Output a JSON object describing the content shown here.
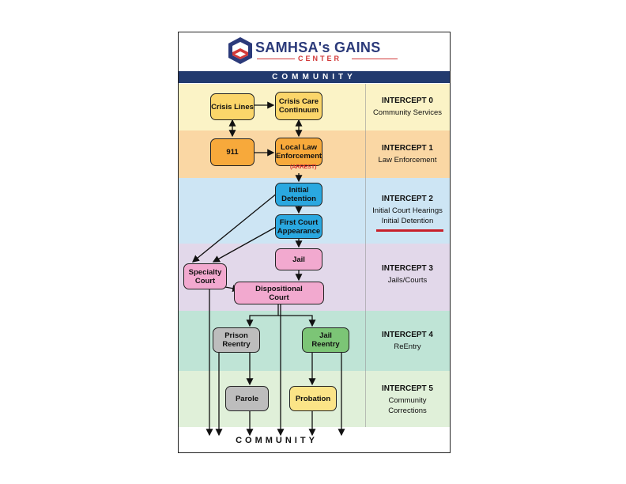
{
  "logo": {
    "title": "SAMHSA's GAINS",
    "subtitle": "CENTER"
  },
  "top_label": "COMMUNITY",
  "bottom_label": "COMMUNITY",
  "arrest_label": "(ARREST)",
  "intercepts": [
    {
      "title": "INTERCEPT 0",
      "lines": [
        "Community Services"
      ]
    },
    {
      "title": "INTERCEPT 1",
      "lines": [
        "Law Enforcement"
      ]
    },
    {
      "title": "INTERCEPT 2",
      "lines": [
        "Initial Court Hearings",
        "Initial Detention"
      ]
    },
    {
      "title": "INTERCEPT 3",
      "lines": [
        "Jails/Courts"
      ]
    },
    {
      "title": "INTERCEPT 4",
      "lines": [
        "ReEntry"
      ]
    },
    {
      "title": "INTERCEPT 5",
      "lines": [
        "Community",
        "Corrections"
      ]
    }
  ],
  "nodes": {
    "crisis_lines": "Crisis Lines",
    "crisis_care": "Crisis Care\nContinuum",
    "n911": "911",
    "local_law": "Local Law\nEnforcement",
    "initial_detention": "Initial\nDetention",
    "first_court": "First Court\nAppearance",
    "jail": "Jail",
    "specialty_court": "Specialty\nCourt",
    "dispositional_court": "Dispositional\nCourt",
    "prison_reentry": "Prison\nReentry",
    "jail_reentry": "Jail\nReentry",
    "parole": "Parole",
    "probation": "Probation"
  },
  "colors": {
    "navy": "#223a6e",
    "band0": "#fbf3c6",
    "band1": "#fad7a4",
    "band2": "#cde5f4",
    "band3": "#e2d8ea",
    "band4": "#bfe4d6",
    "band5": "#e0f0d9",
    "yellow_node": "#fbd66a",
    "orange_node": "#f7a93b",
    "blue_node": "#2aa8e0",
    "pink_node": "#f2a9cf",
    "gray_node": "#bdbdbd",
    "green_node": "#7cc576",
    "probation_node": "#fbe487",
    "red_accent": "#d23a3a"
  }
}
